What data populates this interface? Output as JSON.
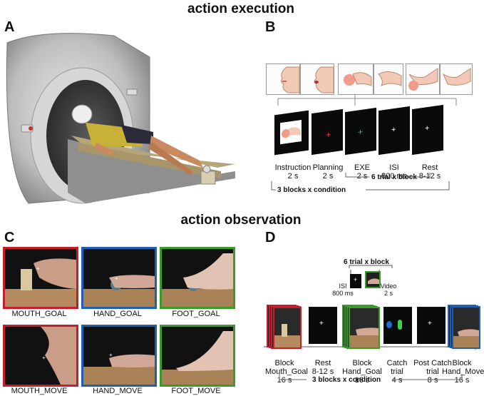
{
  "titles": {
    "execution": "action execution",
    "observation": "action observation"
  },
  "panels": {
    "a": "A",
    "b": "B",
    "c": "C",
    "d": "D"
  },
  "panel_b": {
    "steps": [
      {
        "label": "Instruction",
        "time": "2 s"
      },
      {
        "label": "Planning",
        "time": "2 s"
      },
      {
        "label": "EXE",
        "time": "2 s"
      },
      {
        "label": "ISI",
        "time": "800 ms"
      },
      {
        "label": "Rest",
        "time": "8-12 s"
      }
    ],
    "trial_block": "6 trial x block",
    "blocks_condition": "3 blocks x condition"
  },
  "panel_c": {
    "captions": [
      "MOUTH_GOAL",
      "HAND_GOAL",
      "FOOT_GOAL",
      "MOUTH_MOVE",
      "HAND_MOVE",
      "FOOT_MOVE"
    ]
  },
  "panel_d": {
    "trial_block": "6 trial x block",
    "isi_label": "ISI",
    "isi_time": "800 ms",
    "video_label": "Video",
    "video_time": "2 s",
    "blocks": [
      {
        "l1": "Block",
        "l2": "Mouth_Goal",
        "l3": "16 s"
      },
      {
        "l1": "Rest",
        "l2": "8-12 s",
        "l3": ""
      },
      {
        "l1": "Block",
        "l2": "Hand_Goal",
        "l3": "16 s"
      },
      {
        "l1": "Catch",
        "l2": "trial",
        "l3": "4 s"
      },
      {
        "l1": "Post Catch",
        "l2": "trial",
        "l3": "8 s"
      },
      {
        "l1": "Block",
        "l2": "Hand_Move",
        "l3": "16 s"
      }
    ],
    "blocks_condition": "3 blocks x condition"
  },
  "colors": {
    "red": "#c41e2a",
    "blue": "#1f5fb0",
    "green": "#3a9a2a"
  }
}
